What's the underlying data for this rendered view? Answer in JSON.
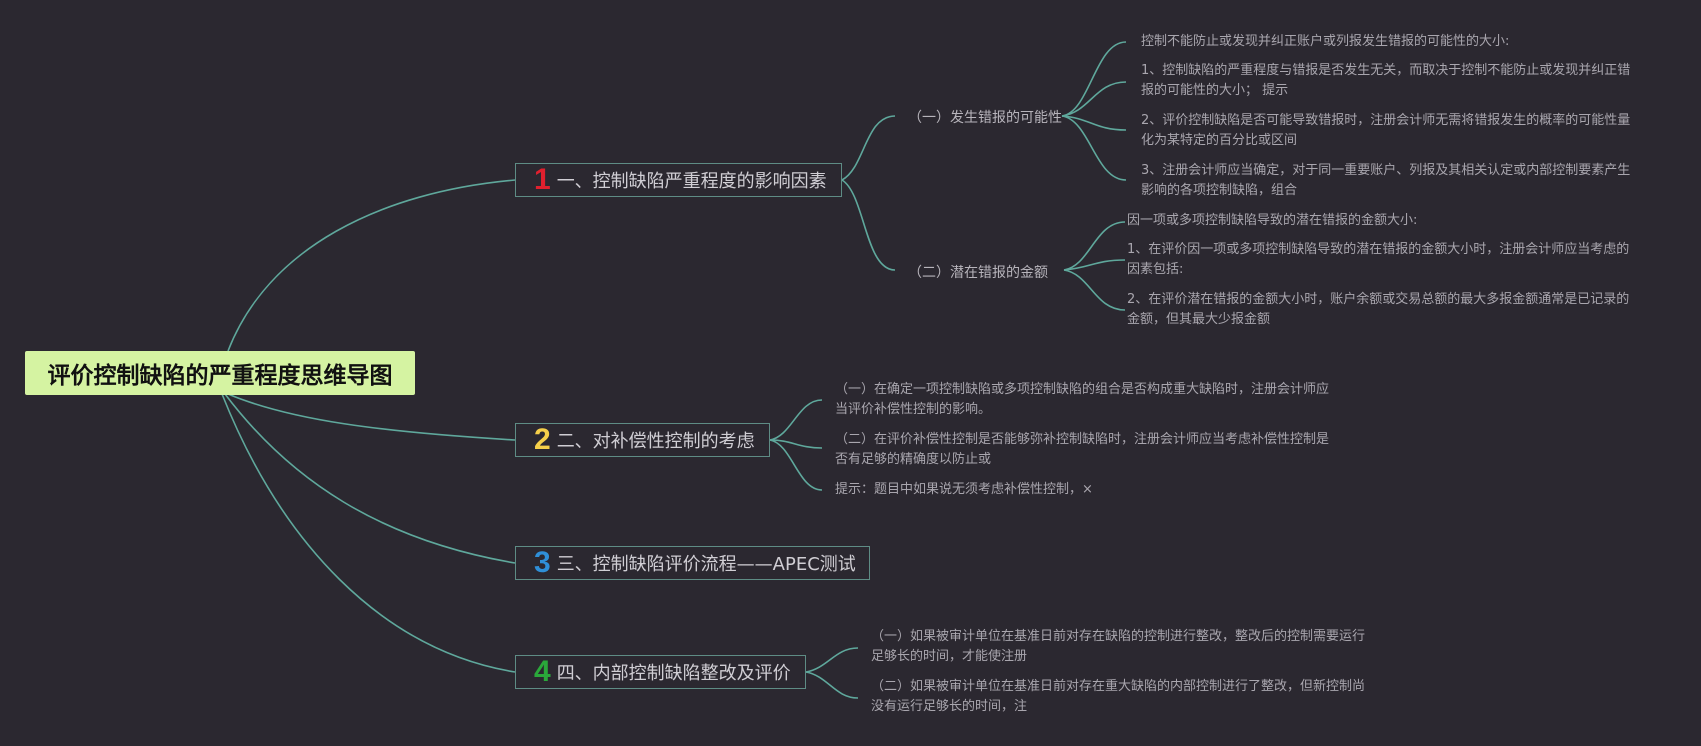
{
  "root": {
    "title": "评价控制缺陷的严重程度思维导图"
  },
  "branches": [
    {
      "num": "1",
      "label": "一、控制缺陷严重程度的影响因素",
      "num_color": "#e0202e"
    },
    {
      "num": "2",
      "label": "二、对补偿性控制的考虑",
      "num_color": "#f5cf4a"
    },
    {
      "num": "3",
      "label": "三、控制缺陷评价流程——APEC测试",
      "num_color": "#2f8fd8"
    },
    {
      "num": "4",
      "label": "四、内部控制缺陷整改及评价",
      "num_color": "#2aa83a"
    }
  ],
  "subtopics": [
    {
      "label": "（一）发生错报的可能性"
    },
    {
      "label": "（二）潜在错报的金额"
    }
  ],
  "leaves": {
    "likelihood": [
      "控制不能防止或发现并纠正账户或列报发生错报的可能性的大小:",
      "1、控制缺陷的严重程度与错报是否发生无关，而取决于控制不能防止或发现并纠正错报的可能性的大小； 提示",
      "2、评价控制缺陷是否可能导致错报时，注册会计师无需将错报发生的概率的可能性量化为某特定的百分比或区间",
      "3、注册会计师应当确定，对于同一重要账户、列报及其相关认定或内部控制要素产生影响的各项控制缺陷，组合"
    ],
    "amount": [
      "因一项或多项控制缺陷导致的潜在错报的金额大小:",
      "1、在评价因一项或多项控制缺陷导致的潜在错报的金额大小时，注册会计师应当考虑的因素包括:",
      "2、在评价潜在错报的金额大小时，账户余额或交易总额的最大多报金额通常是已记录的金额，但其最大少报金额"
    ],
    "compensating": [
      "（一）在确定一项控制缺陷或多项控制缺陷的组合是否构成重大缺陷时，注册会计师应当评价补偿性控制的影响。",
      "（二）在评价补偿性控制是否能够弥补控制缺陷时，注册会计师应当考虑补偿性控制是否有足够的精确度以防止或",
      "提示：题目中如果说无须考虑补偿性控制，×"
    ],
    "remediation": [
      "（一）如果被审计单位在基准日前对存在缺陷的控制进行整改，整改后的控制需要运行足够长的时间，才能使注册",
      "（二）如果被审计单位在基准日前对存在重大缺陷的内部控制进行了整改，但新控制尚没有运行足够长的时间，注"
    ]
  }
}
